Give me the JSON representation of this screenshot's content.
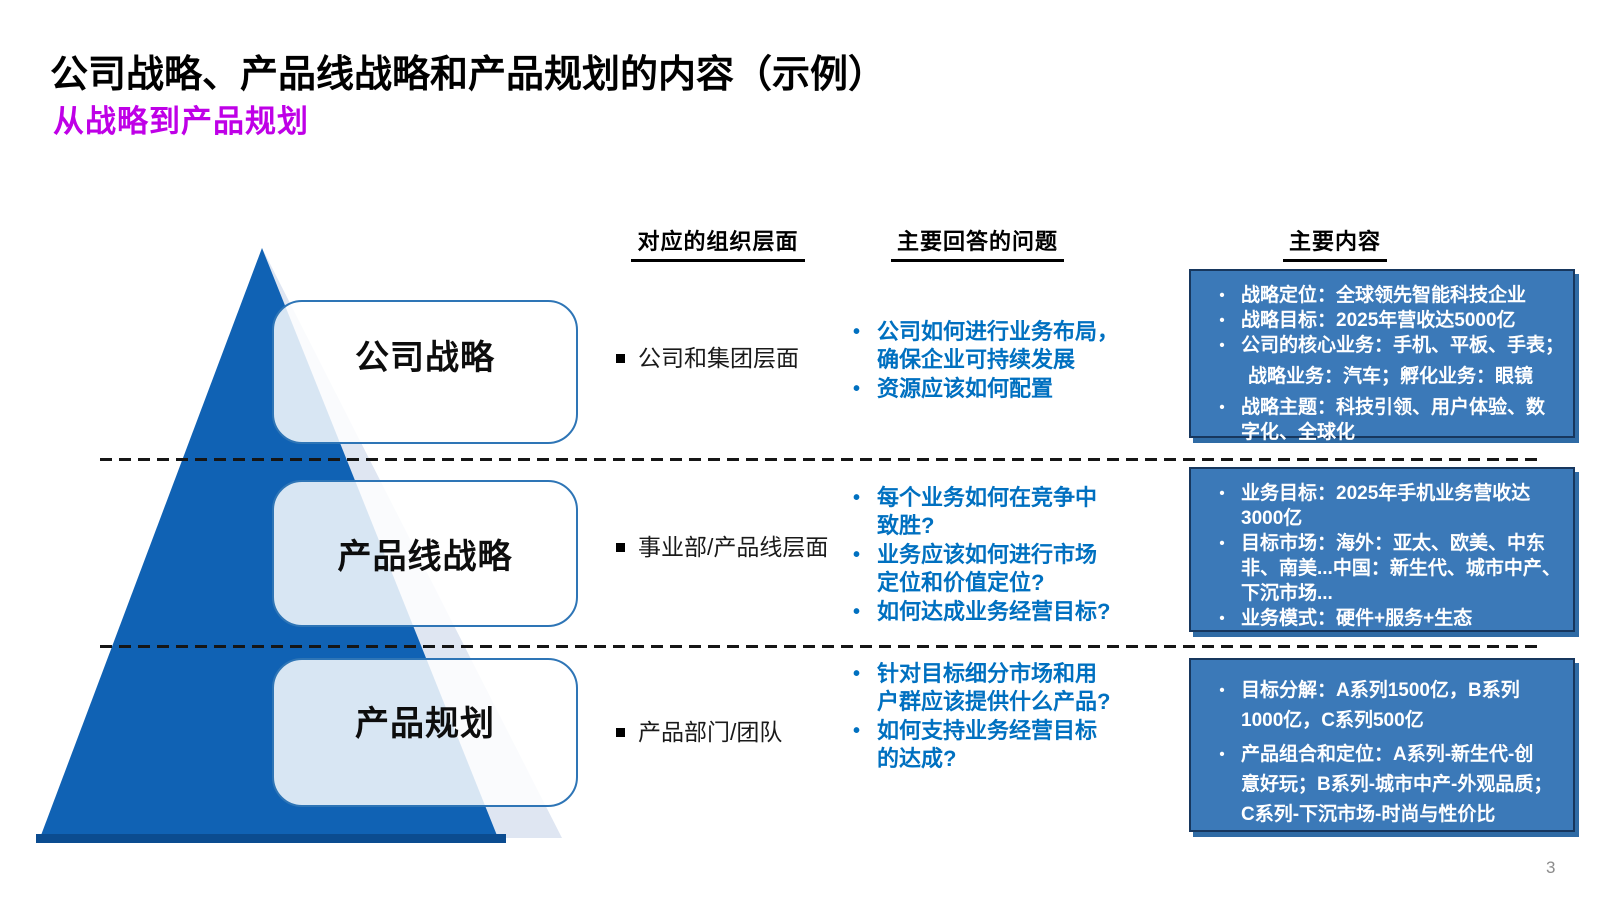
{
  "header": {
    "title": "公司战略、产品线战略和产品规划的内容（示例）",
    "subtitle": "从战略到产品规划"
  },
  "columns": [
    {
      "title": "对应的组织层面"
    },
    {
      "title": "主要回答的问题"
    },
    {
      "title": "主要内容"
    }
  ],
  "pyramid": {
    "levels": [
      {
        "label": "公司战略"
      },
      {
        "label": "产品线战略"
      },
      {
        "label": "产品规划"
      }
    ]
  },
  "rows": [
    {
      "org_level": "公司和集团层面",
      "questions": [
        "公司如何进行业务布局，\n确保企业可持续发展",
        "资源应该如何配置"
      ],
      "content": [
        {
          "bullet": "•",
          "text": "战略定位：全球领先智能科技企业"
        },
        {
          "bullet": "•",
          "text": "战略目标：2025年营收达5000亿"
        },
        {
          "bullet": "•",
          "text": "公司的核心业务：手机、平板、手表；"
        },
        {
          "bullet": "",
          "text": "战略业务：汽车；孵化业务：眼镜"
        },
        {
          "bullet": "•",
          "text": "战略主题：科技引领、用户体验、数\n字化、全球化"
        }
      ]
    },
    {
      "org_level": "事业部/产品线层面",
      "questions": [
        "每个业务如何在竞争中\n致胜?",
        "业务应该如何进行市场\n定位和价值定位?",
        "如何达成业务经营目标?"
      ],
      "content": [
        {
          "bullet": "•",
          "text": "业务目标：2025年手机业务营收达\n3000亿"
        },
        {
          "bullet": "•",
          "text": "目标市场：海外：亚太、欧美、中东\n非、南美...中国：新生代、城市中产、\n下沉市场..."
        },
        {
          "bullet": "•",
          "text": "业务模式：硬件+服务+生态"
        }
      ]
    },
    {
      "org_level": "产品部门/团队",
      "questions": [
        "针对目标细分市场和用\n户群应该提供什么产品?",
        "如何支持业务经营目标\n的达成?"
      ],
      "content": [
        {
          "bullet": "•",
          "text": "目标分解：A系列1500亿，B系列\n1000亿，C系列500亿"
        },
        {
          "bullet": "•",
          "text": "产品组合和定位：A系列-新生代-创\n意好玩；B系列-城市中产-外观品质；\nC系列-下沉市场-时尚与性价比"
        }
      ]
    }
  ],
  "page_number": "3",
  "colors": {
    "pyramid_blue": "#1062B4",
    "pyramid_light_face": "#DFE6F2",
    "pyramid_base_shadow": "#0B4C90",
    "level_box_border": "#2E75B6",
    "question_text_blue": "#0070C0",
    "content_box_fill": "#3B79B8",
    "content_box_border": "#17375E",
    "subtitle_magenta": "#BF00E7"
  }
}
